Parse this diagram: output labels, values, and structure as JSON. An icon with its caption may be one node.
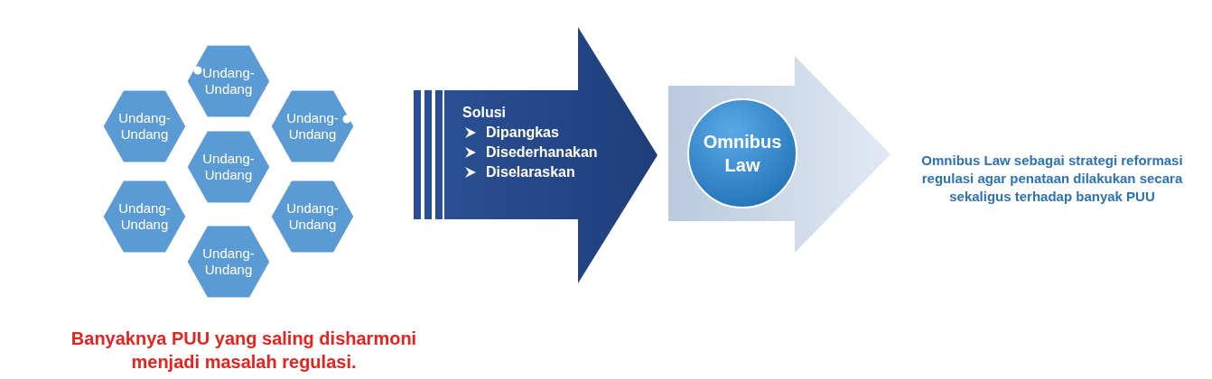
{
  "diagram": {
    "nodes": [
      {
        "text": [
          "Undang-Undang"
        ]
      },
      {
        "text": [
          "Undang-Undang"
        ]
      },
      {
        "text": [
          "Undang-Undang"
        ]
      },
      {
        "text": [
          "Undang-Undang"
        ]
      },
      {
        "text": [
          "Undang-Undang"
        ]
      },
      {
        "text": [
          "Undang-Undang"
        ]
      },
      {
        "text": [
          "Undang-Undang"
        ]
      },
      {
        "text": [
          "Solusi",
          "Dipangkas",
          "Disederhanakan",
          "Diselaraskan"
        ]
      },
      {
        "text": [],
        "shape": "arrow"
      },
      {
        "text": [
          "Omnibus Law"
        ],
        "in": 8
      }
    ],
    "edges": [],
    "labels": [
      "Banyaknya PUU yang saling disharmoni menjadi masalah regulasi.",
      "Omnibus Law sebagai strategi reformasi regulasi agar penataan dilakukan secara sekaligus terhadap banyak PUU"
    ]
  }
}
